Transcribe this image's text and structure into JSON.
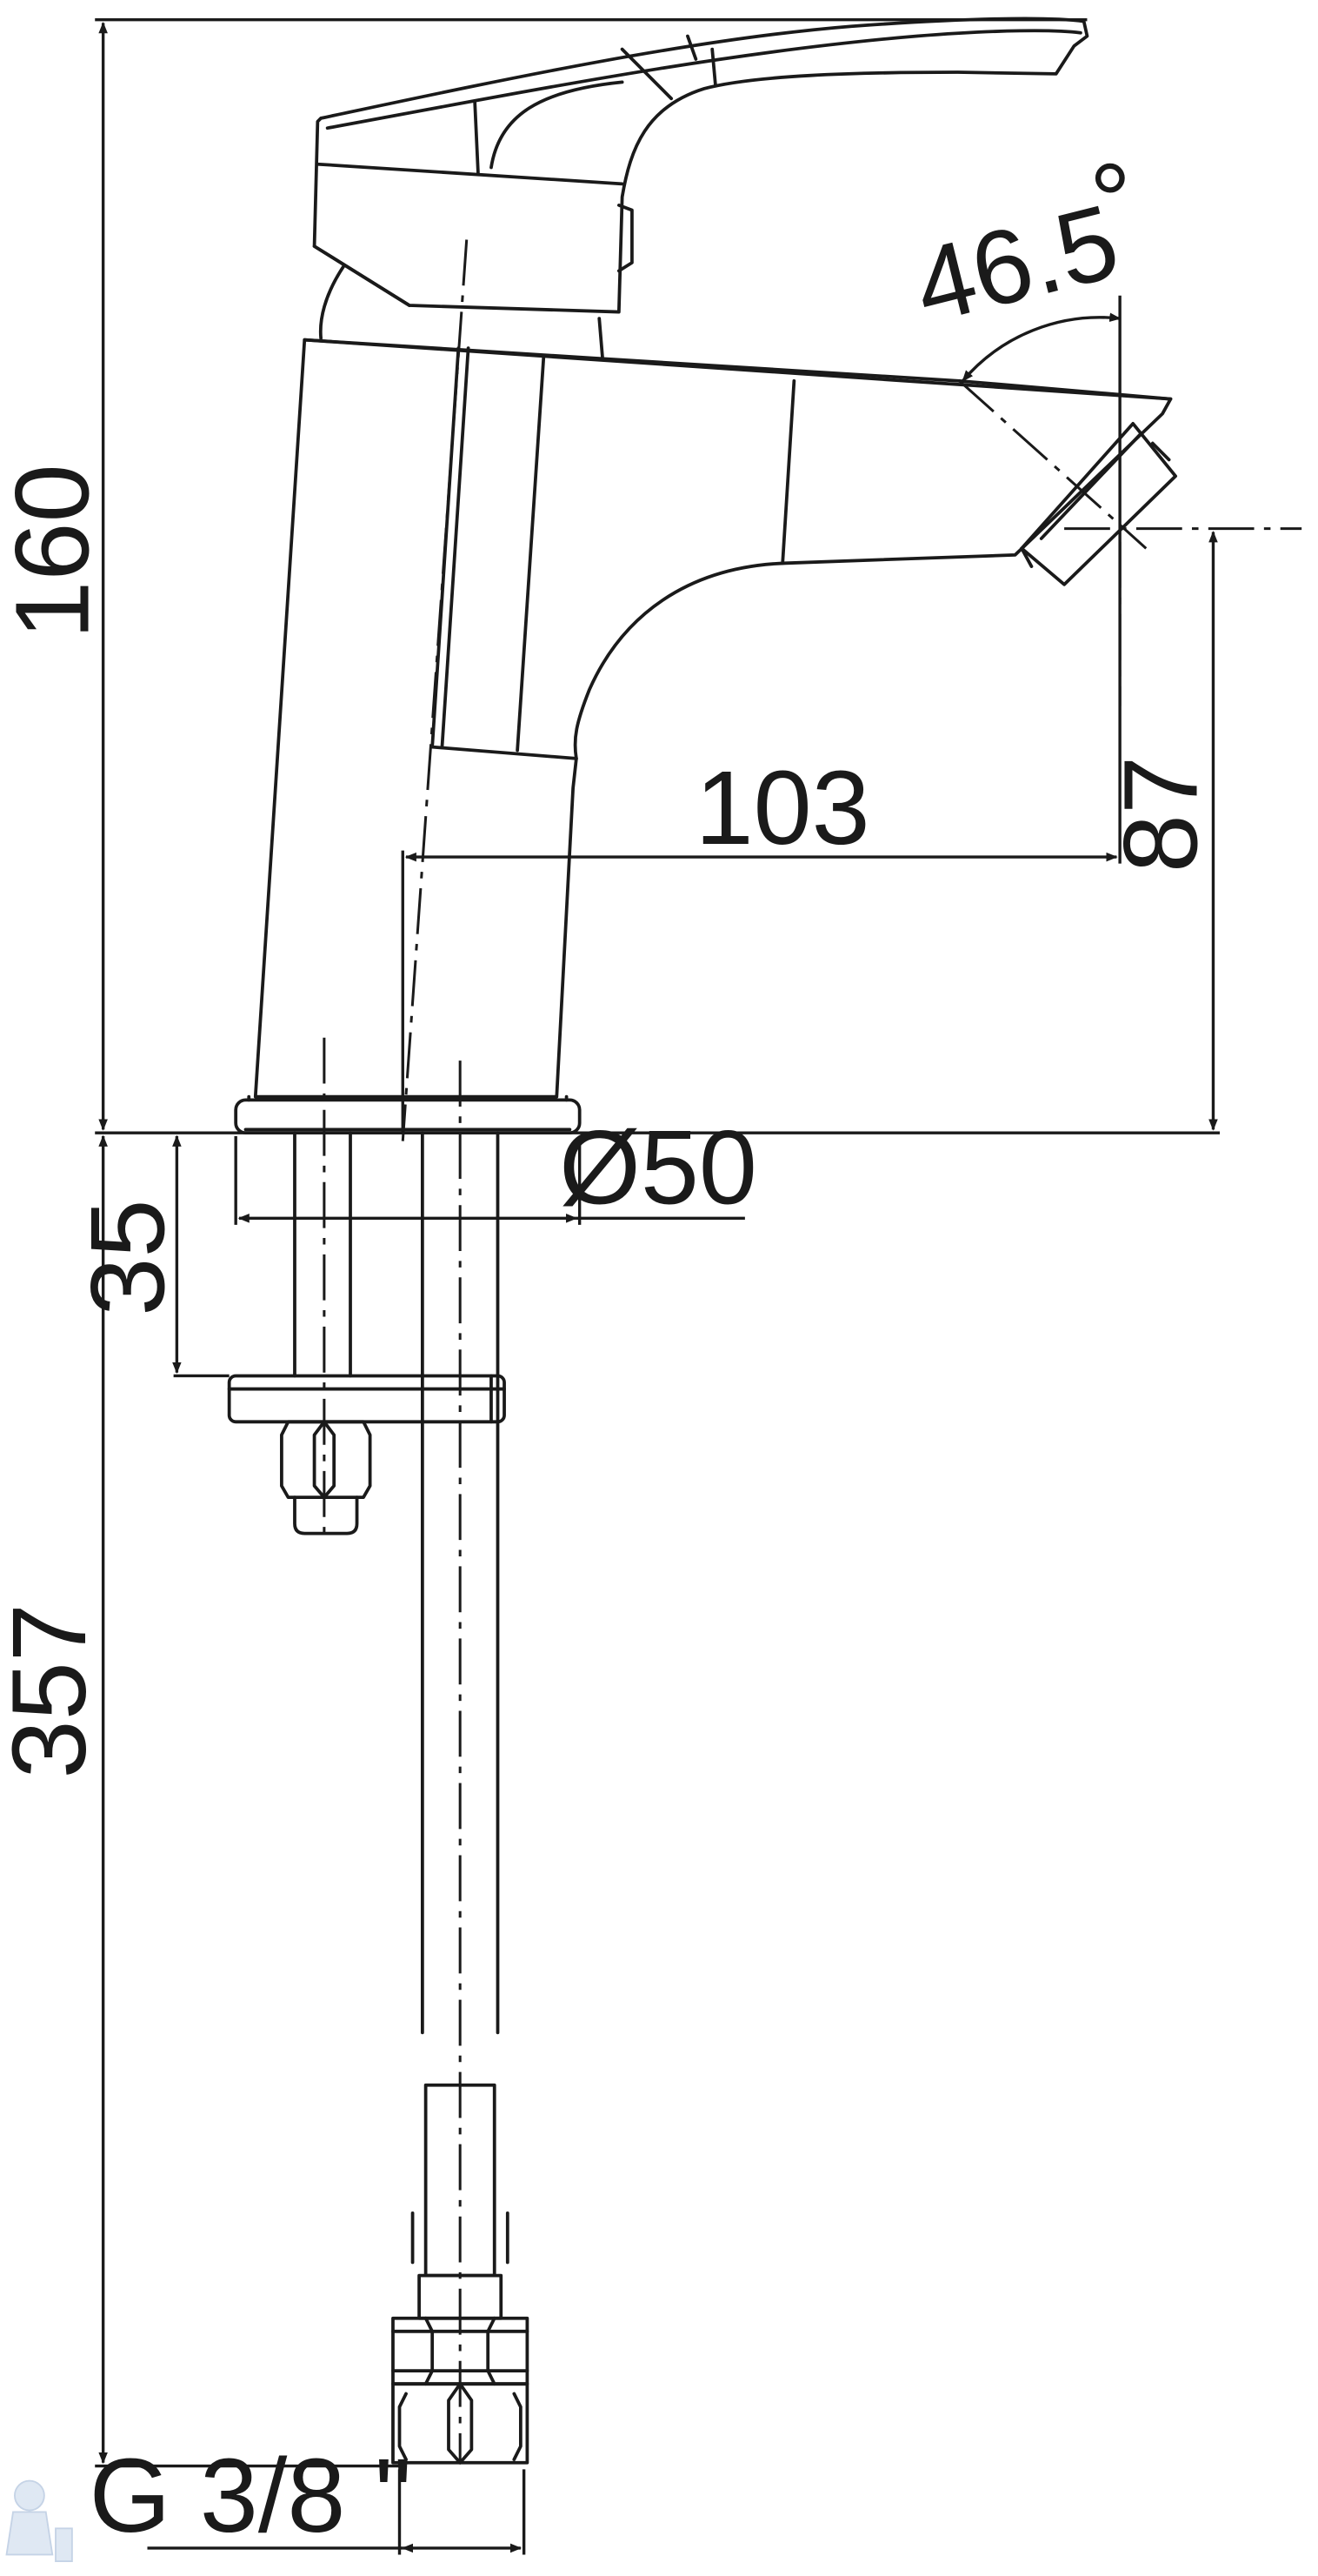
{
  "dimensions": {
    "overall_height": "160",
    "spout_height": "87",
    "spout_reach": "103",
    "spout_angle": "46.5",
    "angle_unit": "°",
    "base_diameter": "Ø50",
    "shank_length": "35",
    "hose_length": "357",
    "thread_size": "G 3/8 \""
  },
  "colors": {
    "line": "#1a1a1a",
    "background": "#ffffff"
  }
}
